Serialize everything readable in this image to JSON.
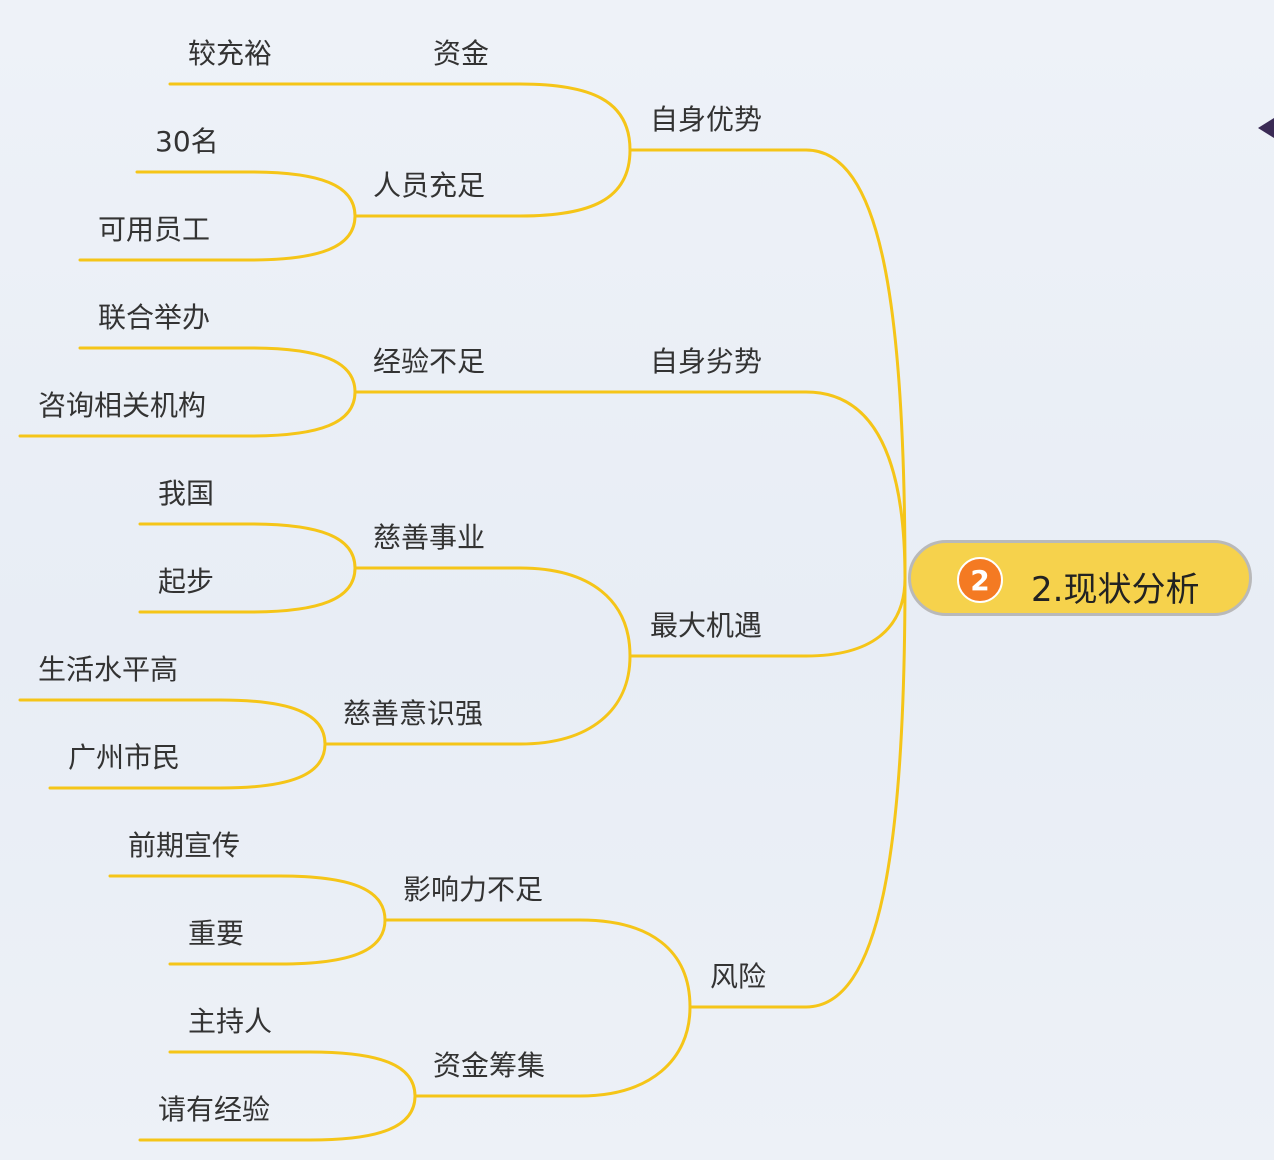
{
  "colors": {
    "branch": "#f5c518",
    "root_fill": "#f6d24c",
    "badge": "#f47a22",
    "text": "#333333"
  },
  "root": {
    "badge": "2",
    "title": "2.现状分析"
  },
  "branches": [
    {
      "label": "自身优势",
      "children": [
        {
          "label": "资金",
          "children": [
            "较充裕"
          ]
        },
        {
          "label": "人员充足",
          "children": [
            "30名",
            "可用员工"
          ]
        }
      ]
    },
    {
      "label": "自身劣势",
      "children": [
        {
          "label": "经验不足",
          "children": [
            "联合举办",
            "咨询相关机构"
          ]
        }
      ]
    },
    {
      "label": "最大机遇",
      "children": [
        {
          "label": "慈善事业",
          "children": [
            "我国",
            "起步"
          ]
        },
        {
          "label": "慈善意识强",
          "children": [
            "生活水平高",
            "广州市民"
          ]
        }
      ]
    },
    {
      "label": "风险",
      "children": [
        {
          "label": "影响力不足",
          "children": [
            "前期宣传",
            "重要"
          ]
        },
        {
          "label": "资金筹集",
          "children": [
            "主持人",
            "请有经验"
          ]
        }
      ]
    }
  ]
}
